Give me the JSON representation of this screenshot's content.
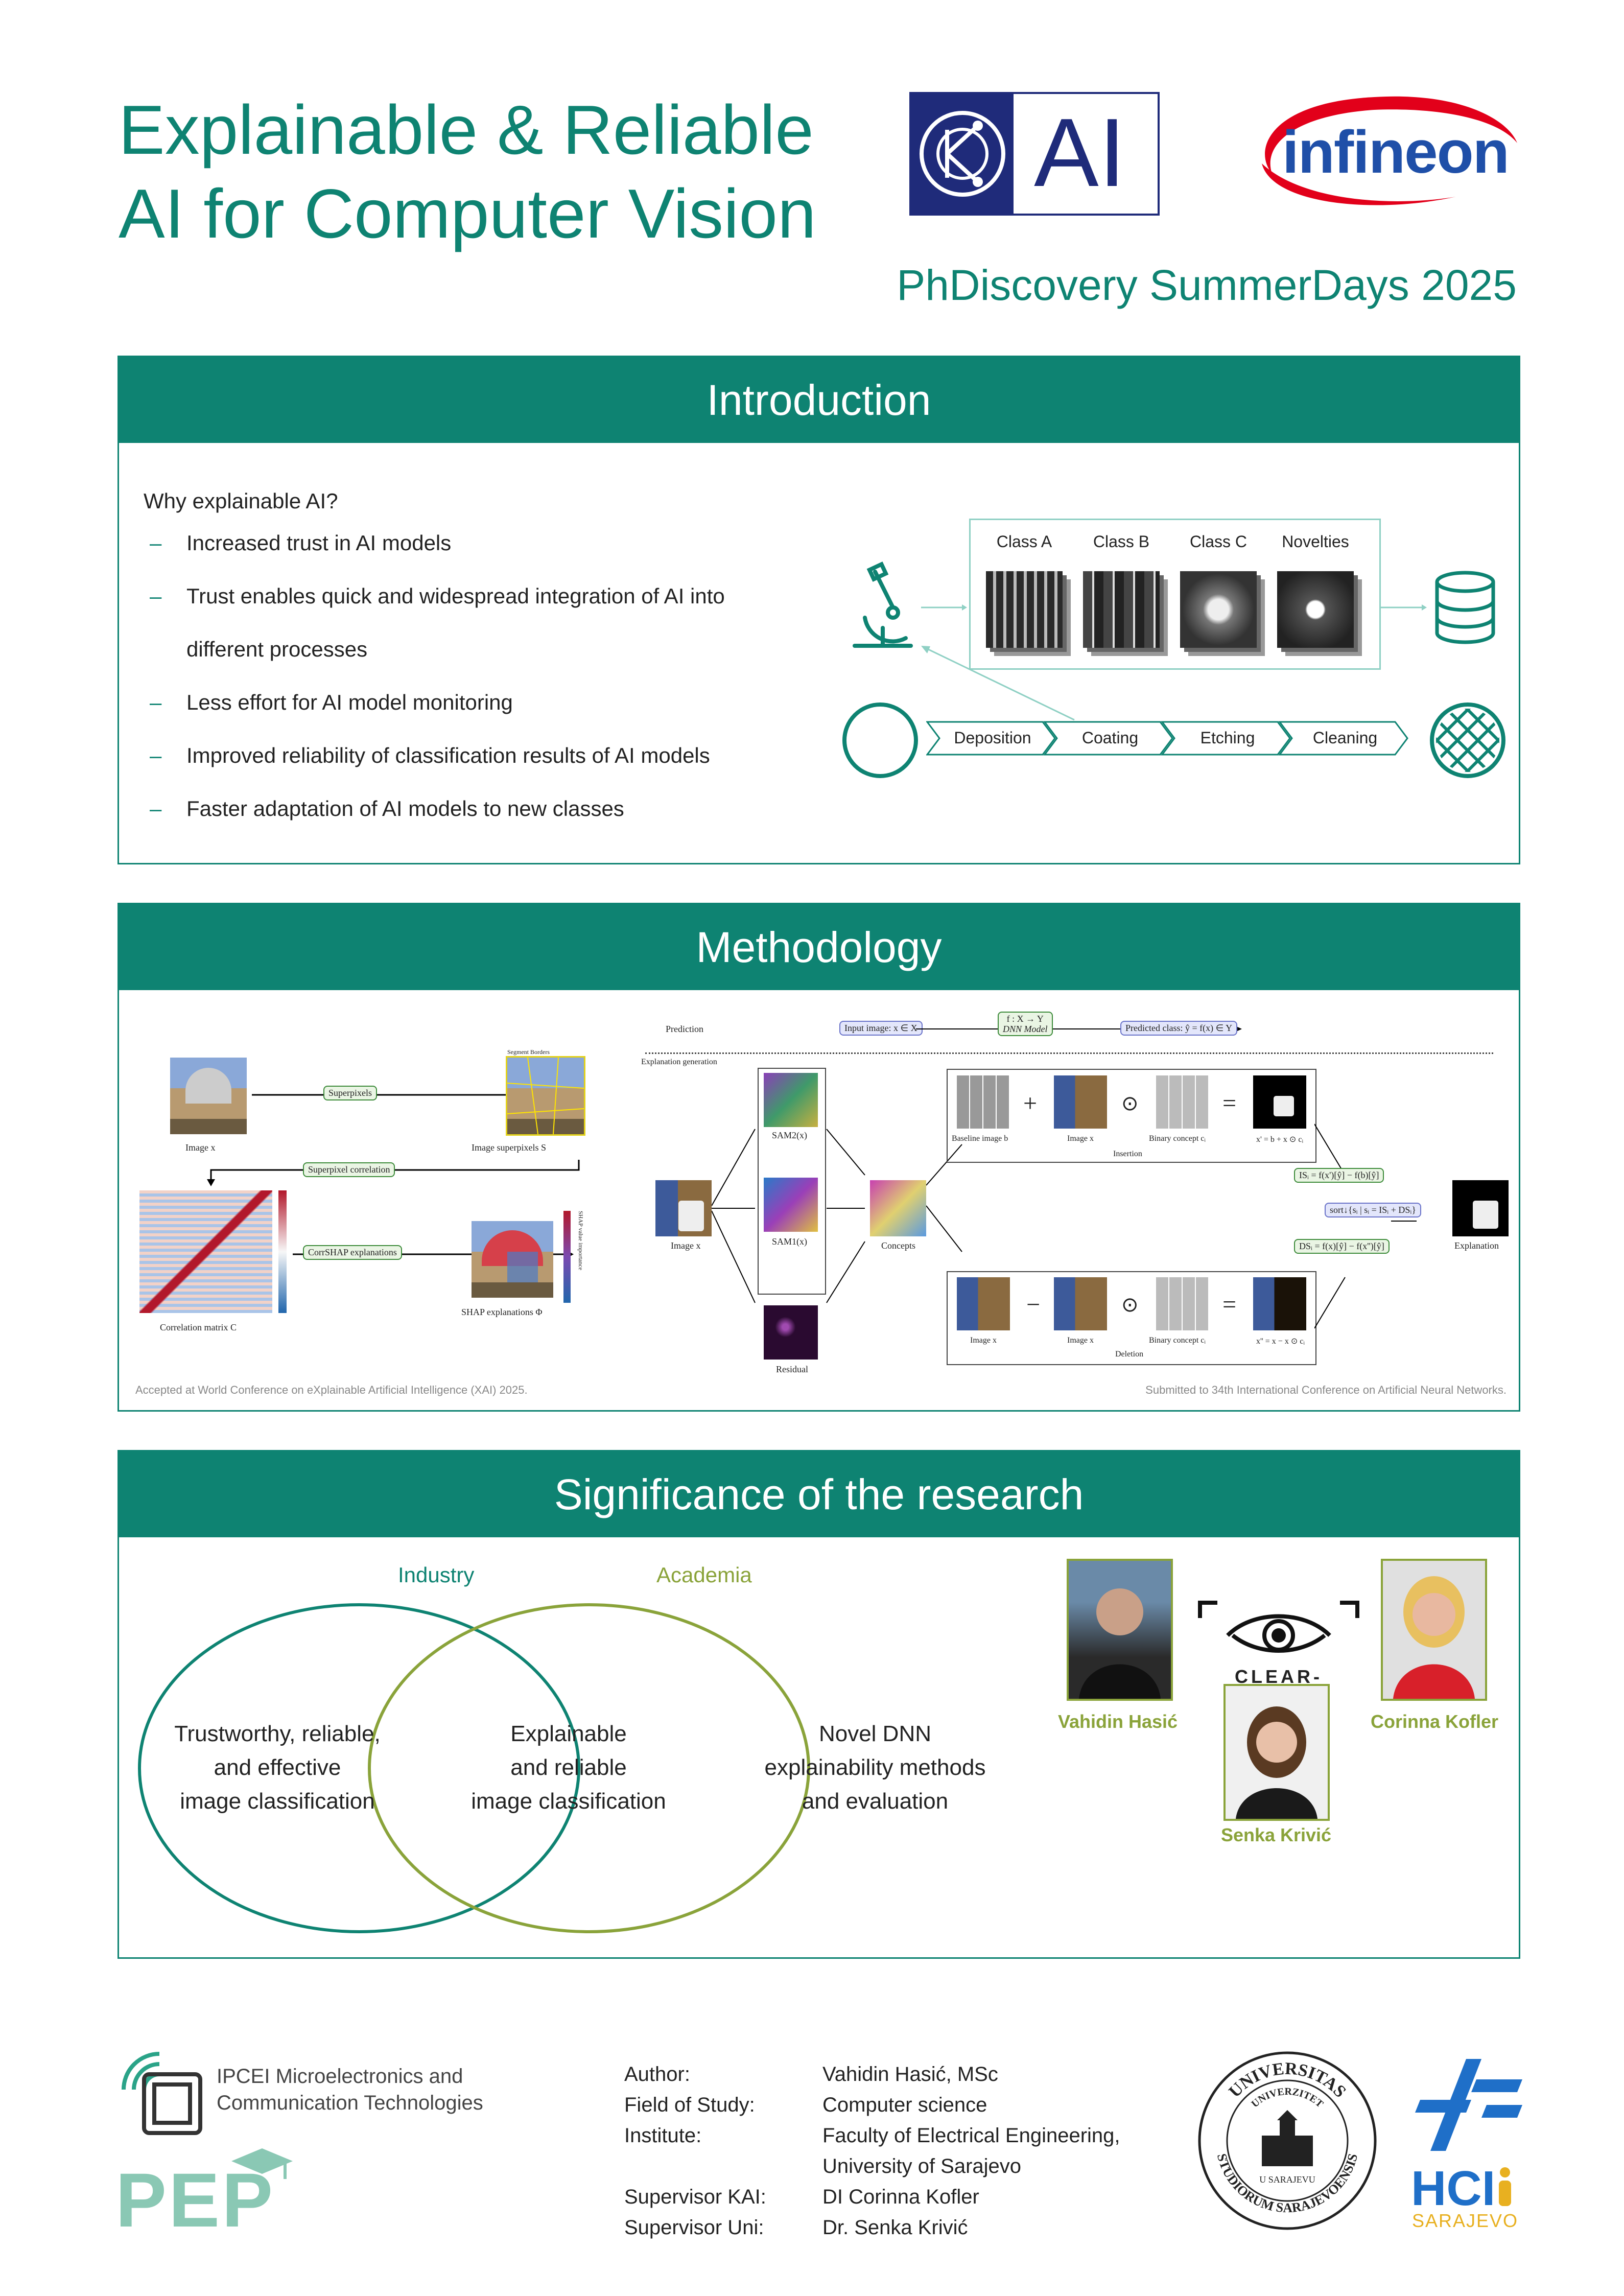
{
  "header": {
    "title_line1": "Explainable & Reliable",
    "title_line2": "AI for Computer Vision",
    "event": "PhDiscovery SummerDays 2025",
    "logos": {
      "kai": "AI",
      "infineon": "infineon"
    }
  },
  "intro": {
    "heading": "Introduction",
    "why": "Why explainable AI?",
    "bullets": [
      "Increased trust in AI models",
      "Trust enables quick and widespread integration of AI into",
      "different processes",
      "Less effort for AI model monitoring",
      "Improved reliability of classification results of AI models",
      "Faster adaptation of AI models to new classes"
    ],
    "classes": [
      "Class A",
      "Class B",
      "Class C",
      "Novelties"
    ],
    "process": [
      "Deposition",
      "Coating",
      "Etching",
      "Cleaning"
    ]
  },
  "method": {
    "heading": "Methodology",
    "left": {
      "image_x": "Image x",
      "superpixels": "Superpixels",
      "segment_borders": "Segment Borders",
      "image_superpixels": "Image superpixels S",
      "superpixel_correlation": "Superpixel correlation",
      "corrshap": "CorrSHAP explanations",
      "correlation_matrix": "Correlation matrix C",
      "shap_explanations": "SHAP explanations Φ",
      "shap_axis": "SHAP value importance"
    },
    "right": {
      "prediction": "Prediction",
      "input_image": "Input image: x ∈ X",
      "model": "f : X → Y",
      "model_sub": "DNN Model",
      "predicted_class": "Predicted class: ŷ = f(x) ∈ Y",
      "explanation_generation": "Explanation generation",
      "sam2": "SAM2(x)",
      "sam1": "SAM1(x)",
      "residual": "Residual",
      "concepts": "Concepts",
      "image_x": "Image x",
      "baseline": "Baseline image b",
      "binary_concept": "Binary concept cᵢ",
      "insertion": "Insertion",
      "deletion": "Deletion",
      "ins_formula": "x' = b + x ⊙ cᵢ",
      "del_formula": "x'' = x − x ⊙ cᵢ",
      "is_formula": "ISᵢ = f(x')[ŷ] − f(b)[ŷ]",
      "ds_formula": "DSᵢ = f(x)[ŷ] − f(x'')[ŷ]",
      "sort_formula": "sort↓{sᵢ | sᵢ = ISᵢ + DSᵢ}",
      "explanation": "Explanation"
    },
    "caption_left": "Accepted at World Conference on eXplainable Artificial Intelligence (XAI) 2025.",
    "caption_right": "Submitted to 34th International Conference on Artificial Neural Networks."
  },
  "signif": {
    "heading": "Significance of the research",
    "industry": "Industry",
    "academia": "Academia",
    "left_text": [
      "Trustworthy, reliable,",
      "and effective",
      "image classification"
    ],
    "center_text": [
      "Explainable",
      "and reliable",
      "image classification"
    ],
    "right_text": [
      "Novel DNN",
      "explainability methods",
      "and evaluation"
    ],
    "clear_vision": "CLEAR-VISION",
    "people": [
      "Vahidin Hasić",
      "Corinna Kofler",
      "Senka Krivić"
    ]
  },
  "footer": {
    "ipcei_line1": "IPCEI Microelectronics and",
    "ipcei_line2": "Communication Technologies",
    "pep": "PEP",
    "labels": [
      "Author:",
      "Field of Study:",
      "Institute:",
      "",
      "Supervisor KAI:",
      "Supervisor Uni:"
    ],
    "values": [
      "Vahidin Hasić, MSc",
      "Computer science",
      "Faculty of Electrical Engineering,",
      "University of Sarajevo",
      "DI Corinna Kofler",
      "Dr. Senka Krivić"
    ],
    "seal_top": "UNIVERSITAS",
    "seal_mid": "UNIVERZITET",
    "seal_city": "U SARAJEVU",
    "seal_bottom": "STUDIORUM SARAJEVOENSIS",
    "hci": "HCI",
    "sarajevo": "SARAJEVO"
  },
  "colors": {
    "teal": "#0e8372",
    "olive": "#8aa33a"
  }
}
